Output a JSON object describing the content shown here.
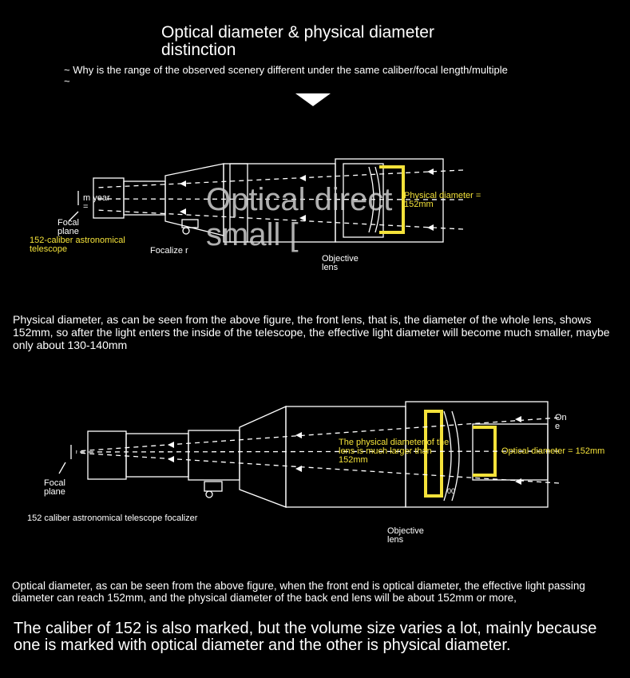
{
  "header": {
    "title": "Optical diameter & physical diameter distinction",
    "subtitle": "~ Why is the range of the observed scenery different under the same caliber/focal length/multiple ~"
  },
  "diagram1": {
    "eyepiece_label": "m year =",
    "focal_plane": "Focal plane",
    "telescope_label": "152-caliber astronomical telescope",
    "focalizer_label": "Focalize r",
    "objective_label": "Objective lens",
    "physical_label": "Physical diameter = 152mm",
    "overlay_text": "Optical direct small ["
  },
  "paragraph1": "Physical diameter, as can be seen from the above figure, the front lens, that is, the diameter of the whole lens, shows 152mm, so after the light enters the inside of the telescope, the effective light diameter will become much smaller, maybe only about 130-140mm",
  "diagram2": {
    "one_label": "On e",
    "physical_larger_label": "The physical diameter of the lens is much larger than 152mm",
    "optical_label": "Optical diameter = 152mm",
    "focal_plane": "Focal plane",
    "focalizer_label": "152 caliber astronomical telescope focalizer",
    "objective_label": "Objective lens",
    "small_label": "00"
  },
  "paragraph2": "Optical diameter, as can be seen from the above figure, when the front end is optical diameter, the effective light passing diameter can reach 152mm, and the physical diameter of the back end lens will be about 152mm or more,",
  "paragraph3": "The caliber of 152 is also marked, but the volume size varies a lot, mainly because one is marked with optical diameter and the other is physical diameter.",
  "colors": {
    "background": "#000000",
    "accent_yellow": "#f4e23a",
    "line": "#ffffff"
  }
}
